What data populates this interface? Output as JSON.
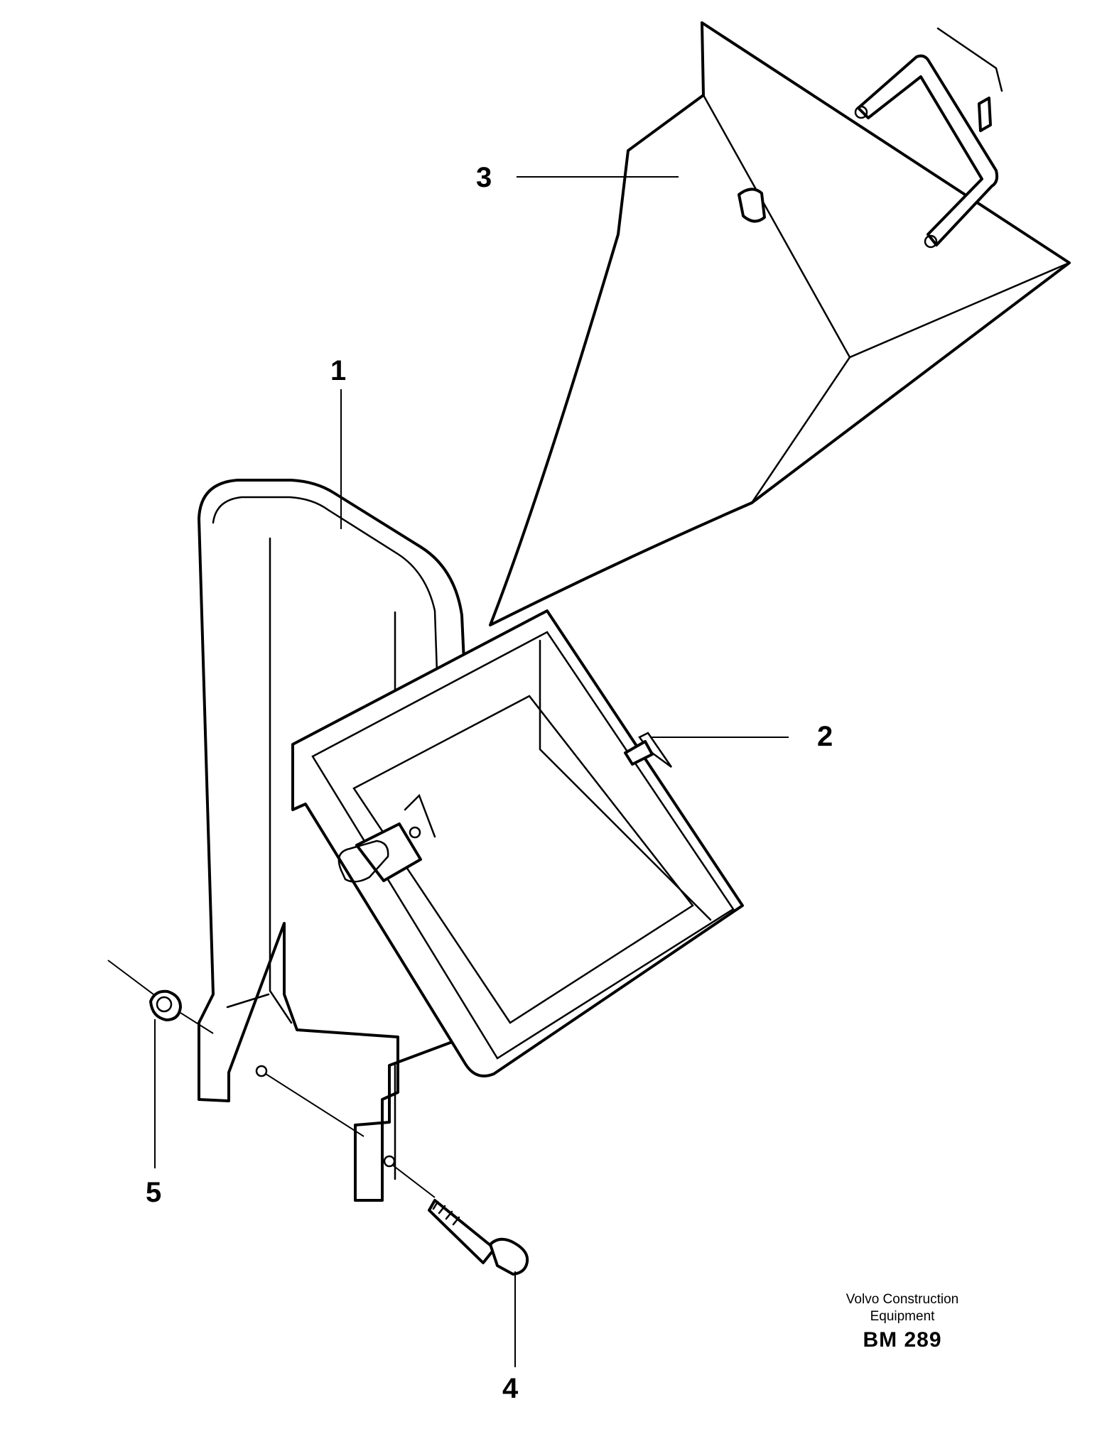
{
  "callouts": [
    {
      "id": "1",
      "label": "1"
    },
    {
      "id": "2",
      "label": "2"
    },
    {
      "id": "3",
      "label": "3"
    },
    {
      "id": "4",
      "label": "4"
    },
    {
      "id": "5",
      "label": "5"
    }
  ],
  "imprint": {
    "line1": "Volvo Construction",
    "line2": "Equipment",
    "code": "BM 289"
  }
}
